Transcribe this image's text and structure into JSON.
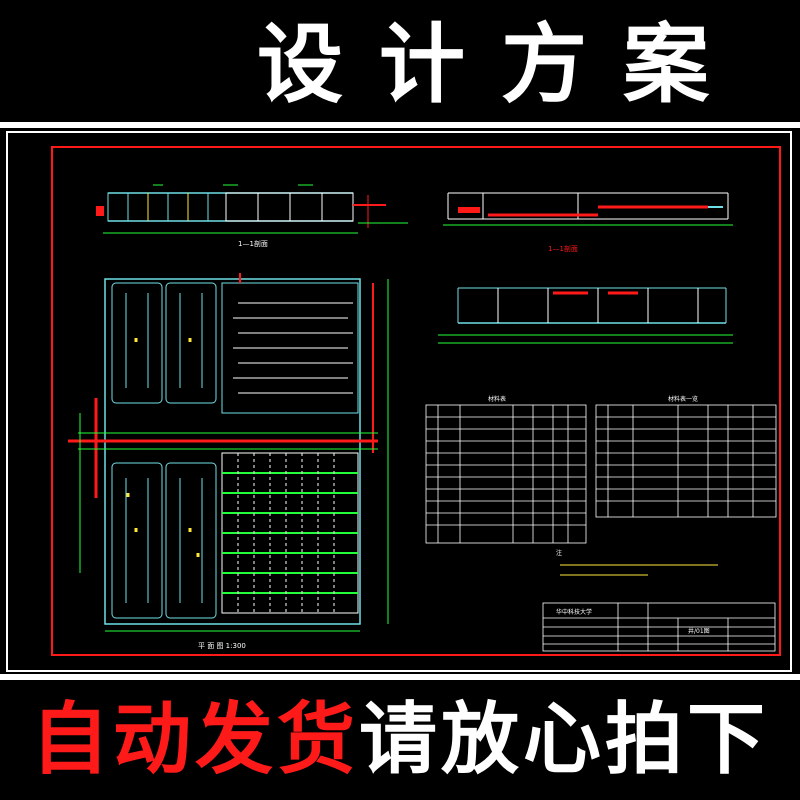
{
  "header": {
    "title": "设计方案"
  },
  "drawing": {
    "section_label_1": "1—1剖面",
    "section_label_2": "1—1剖面",
    "plan_label": "平 面 图  1:300",
    "table1_title": "材料表",
    "table2_title": "材料表一览",
    "institution": "华中科技大学",
    "sheet_id": "井/01图",
    "notes_title": "注"
  },
  "footer": {
    "red_text": "自动发货",
    "white_text": "请放心拍下"
  },
  "colors": {
    "red": "#ff1a1a",
    "cyan": "#6fe0e8",
    "green": "#22ff3a",
    "yellow": "#ffe83a",
    "white": "#ffffff"
  }
}
